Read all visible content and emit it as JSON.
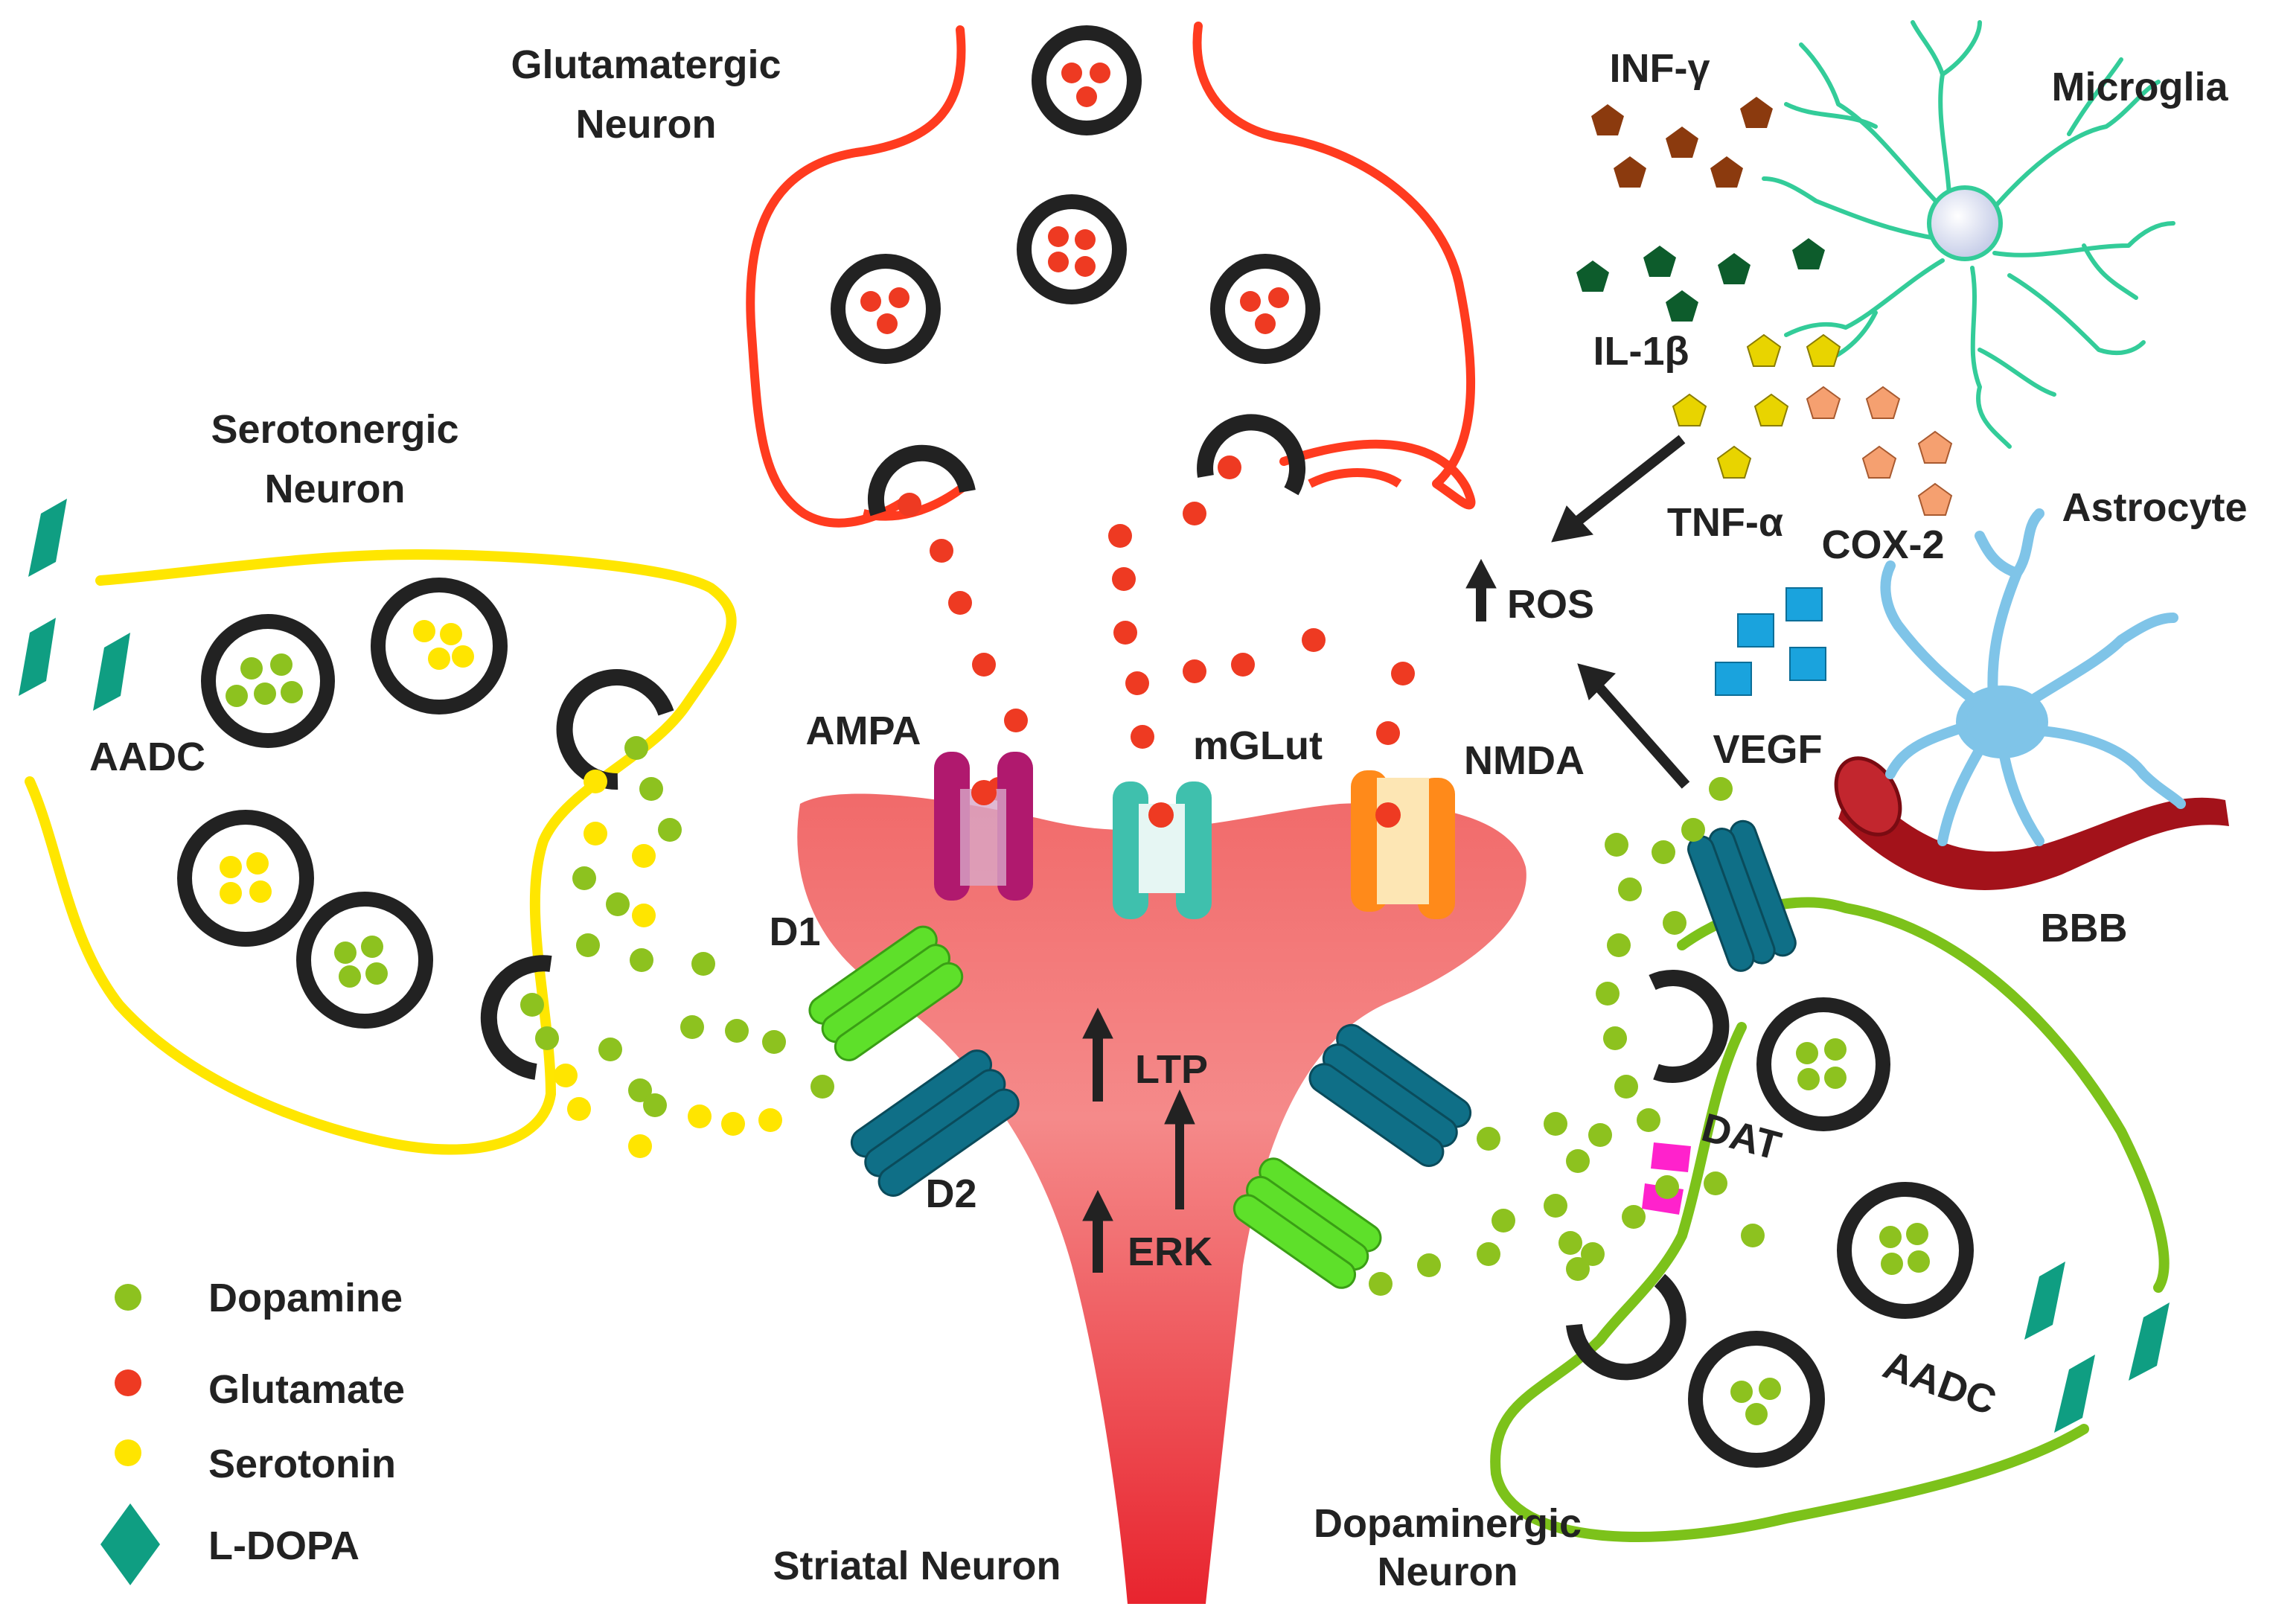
{
  "labels": {
    "glutamatergic_line1": "Glutamatergic",
    "glutamatergic_line2": "Neuron",
    "serotonergic_line1": "Serotonergic",
    "serotonergic_line2": "Neuron",
    "dopaminergic_line1": "Dopaminergic",
    "dopaminergic_line2": "Neuron",
    "striatal": "Striatal Neuron",
    "microglia": "Microglia",
    "astrocyte": "Astrocyte",
    "bbb": "BBB",
    "ampa": "AMPA",
    "mglut": "mGLut",
    "nmda": "NMDA",
    "d1": "D1",
    "d2": "D2",
    "ltp": "LTP",
    "erk": "ERK",
    "ros": "ROS",
    "dat": "DAT",
    "aadc_left": "AADC",
    "aadc_right": "AADC",
    "inf": "INF-γ",
    "il": "IL-1β",
    "tnf": "TNF-α",
    "cox": "COX-2",
    "vegf": "VEGF"
  },
  "legend": [
    {
      "label": "Dopamine",
      "symbol": "dot",
      "color": "#8dc21f"
    },
    {
      "label": "Glutamate",
      "symbol": "dot",
      "color": "#ee3a22"
    },
    {
      "label": "Serotonin",
      "symbol": "dot",
      "color": "#ffe500"
    },
    {
      "label": "L-DOPA",
      "symbol": "diamond",
      "color": "#0f9e82"
    }
  ],
  "colors": {
    "dopamine": "#8dc21f",
    "glutamate": "#ee3a22",
    "serotonin": "#ffe500",
    "ldopa": "#0f9e82",
    "glutamatergic_membrane": "#ff3b1f",
    "serotonergic_membrane": "#ffe600",
    "dopaminergic_membrane": "#7cc21a",
    "striatal_body": "#f06a6a",
    "microglia": "#33cc99",
    "astrocyte": "#7fc4e8",
    "vessel": "#a3121a",
    "inf_gamma": "#8b3a0e",
    "il_1beta": "#0d5c2c",
    "tnf_alpha": "#e8d400",
    "cox_2": "#f5a070",
    "vegf": "#1aa3dd",
    "d1_receptor": "#5ee02a",
    "d2_receptor": "#0f6f87",
    "dat": "#ff22cc",
    "ampa": "#b0196e",
    "mglut": "#3fc0ad",
    "nmda": "#ff8a1a"
  }
}
